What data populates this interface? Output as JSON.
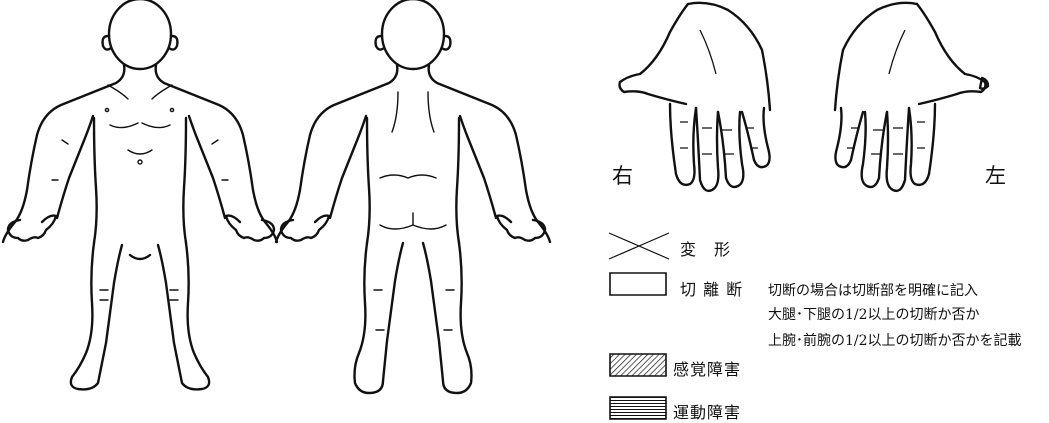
{
  "hands": {
    "right_label": "右",
    "left_label": "左"
  },
  "legend": {
    "deformity": "変　形",
    "amputation": "切 離 断",
    "sensory": "感覚障害",
    "motor": "運動障害"
  },
  "notes": [
    "切断の場合は切断部を明確に記入",
    "大腿･下腿の1/2以上の切断か否か",
    "上腕･前腕の1/2以上の切断か否かを記載"
  ]
}
